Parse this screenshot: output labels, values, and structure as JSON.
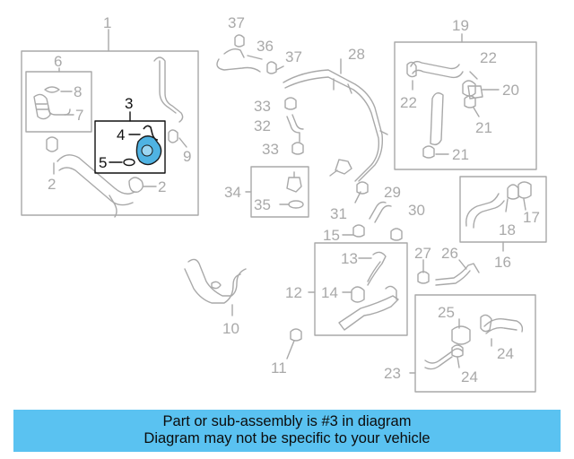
{
  "callouts": {
    "c1": "1",
    "c2a": "2",
    "c2b": "2",
    "c3": "3",
    "c4": "4",
    "c5": "5",
    "c6": "6",
    "c7": "7",
    "c8": "8",
    "c9": "9",
    "c10": "10",
    "c11": "11",
    "c12": "12",
    "c13": "13",
    "c14": "14",
    "c15": "15",
    "c16": "16",
    "c17": "17",
    "c18": "18",
    "c19": "19",
    "c20": "20",
    "c21a": "21",
    "c21b": "21",
    "c22a": "22",
    "c22b": "22",
    "c23": "23",
    "c24a": "24",
    "c24b": "24",
    "c25": "25",
    "c26": "26",
    "c27": "27",
    "c28": "28",
    "c29": "29",
    "c30": "30",
    "c31": "31",
    "c32": "32",
    "c33a": "33",
    "c33b": "33",
    "c34": "34",
    "c35": "35",
    "c36": "36",
    "c37a": "37",
    "c37b": "37"
  },
  "banner": {
    "line1": "Part or sub-assembly is #3 in diagram",
    "line2": "Diagram may not be specific to your vehicle"
  },
  "colors": {
    "highlight_part": "#4fb3e3",
    "banner_bg": "#5ac2f1",
    "line_gray": "#a9a9a9"
  }
}
